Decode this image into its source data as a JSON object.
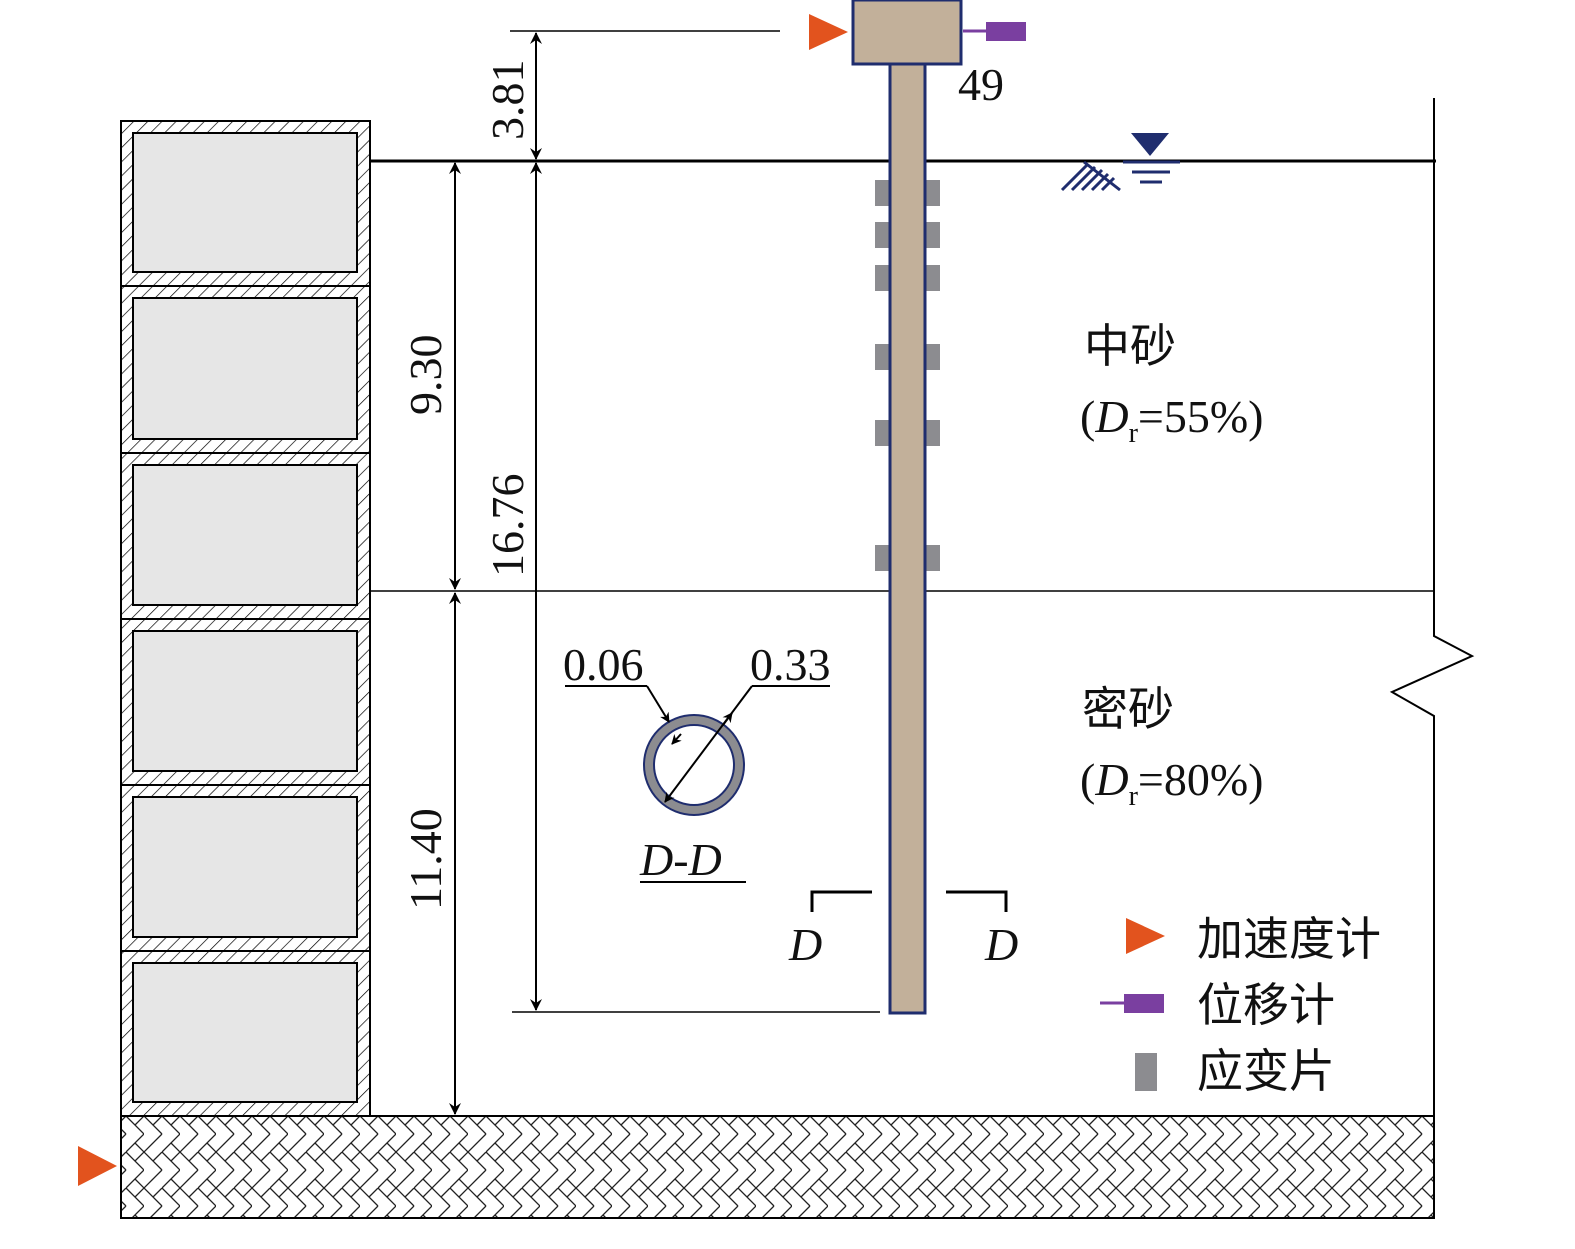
{
  "dimensions": {
    "pile_head_above_surface": "3.81",
    "medium_sand_thickness": "9.30",
    "pile_embedment": "16.76",
    "dense_sand_thickness": "11.40",
    "pile_wall_thickness": "0.06",
    "pile_diameter": "0.33",
    "head_mass_label": "49"
  },
  "layers": {
    "medium_sand": {
      "name": "中砂",
      "dr_symbol": "D",
      "dr_sub": "r",
      "dr_value": "=55%)",
      "open_paren": "("
    },
    "dense_sand": {
      "name": "密砂",
      "dr_symbol": "D",
      "dr_sub": "r",
      "dr_value": "=80%)",
      "open_paren": "("
    }
  },
  "section": {
    "label": "D-D",
    "cut_left": "D",
    "cut_right": "D"
  },
  "legend": {
    "accelerometer": "加速度计",
    "displacement_sensor": "位移计",
    "strain_gauge": "应变片"
  },
  "colors": {
    "pile": "#c2b09a",
    "pile_outline": "#1f2d6e",
    "accelerometer": "#e2531e",
    "displacement": "#7a3fa0",
    "strain_gauge": "#8c8c90",
    "water": "#1f2d6e",
    "laminar_box_fill": "#e6e6e6"
  }
}
